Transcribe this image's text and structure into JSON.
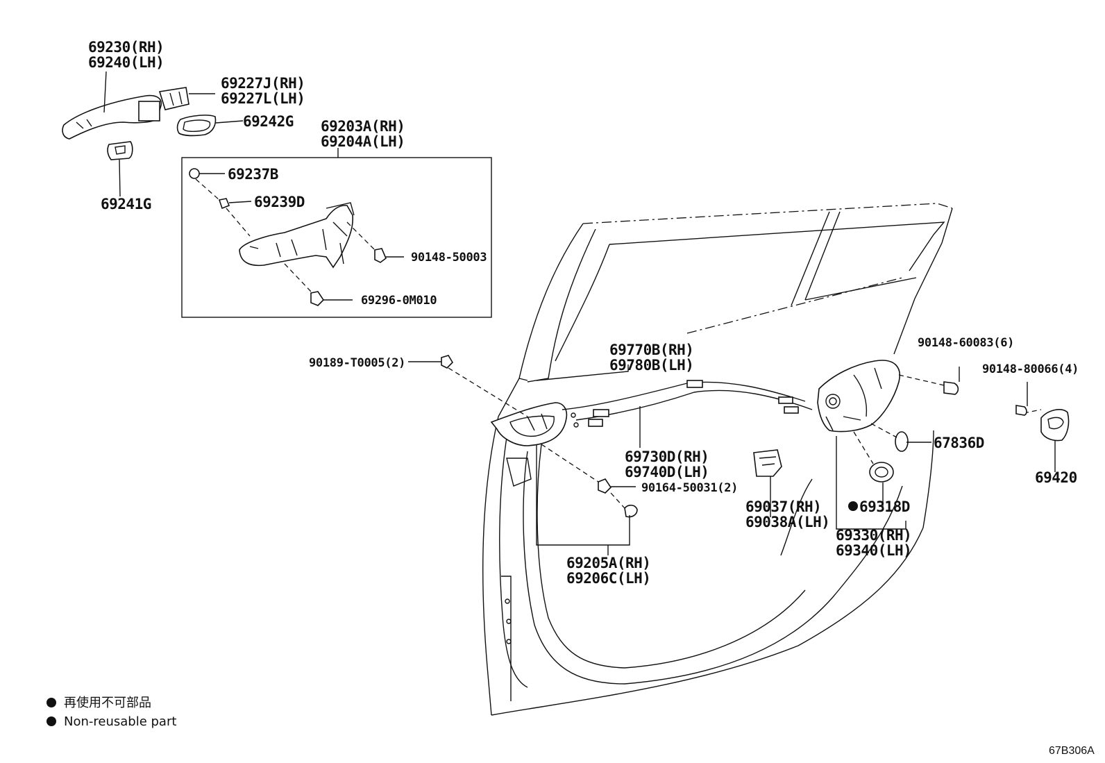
{
  "labels": {
    "p69230": "69230(RH)",
    "p69240": "69240(LH)",
    "p69227j": "69227J(RH)",
    "p69227l": "69227L(LH)",
    "p69242g": "69242G",
    "p69241g": "69241G",
    "p69203a": "69203A(RH)",
    "p69204a": "69204A(LH)",
    "p69237b": "69237B",
    "p69239d": "69239D",
    "p90148_50003": "90148-50003",
    "p69296": "69296-0M010",
    "p90189": "90189-T0005(2)",
    "p69770b": "69770B(RH)",
    "p69780b": "69780B(LH)",
    "p69730d": "69730D(RH)",
    "p69740d": "69740D(LH)",
    "p90164": "90164-50031(2)",
    "p69205a": "69205A(RH)",
    "p69206c": "69206C(LH)",
    "p69037": "69037(RH)",
    "p69038a": "69038A(LH)",
    "p69318d": "69318D",
    "p69330": "69330(RH)",
    "p69340": "69340(LH)",
    "p67836d": "67836D",
    "p90148_60083": "90148-60083(6)",
    "p90148_80066": "90148-80066(4)",
    "p69420": "69420"
  },
  "legend": {
    "line1": "再使用不可部品",
    "line2": "Non-reusable part"
  },
  "diagram_code": "67B306A"
}
